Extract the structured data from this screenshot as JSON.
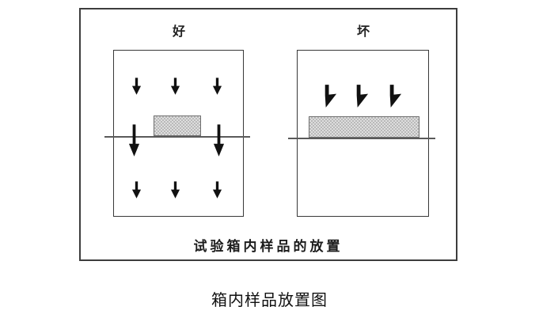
{
  "figure": {
    "good_label": "好",
    "bad_label": "坏",
    "chamber_caption": "试验箱内样品的放置",
    "figure_caption": "箱内样品放置图",
    "good_panel": {
      "arrow_icon": "down-arrow",
      "top_arrow_count": 3,
      "middle_long_arrow_count": 2,
      "bottom_arrow_count": 3
    },
    "bad_panel": {
      "arrow_icon": "deflected-down-arrow",
      "arrow_count": 3
    },
    "colors": {
      "frame_line": "#3d3d3d",
      "arrow": "#111111",
      "sample_fill_light": "#dedede",
      "sample_fill_dark": "#b9b9b9"
    }
  }
}
